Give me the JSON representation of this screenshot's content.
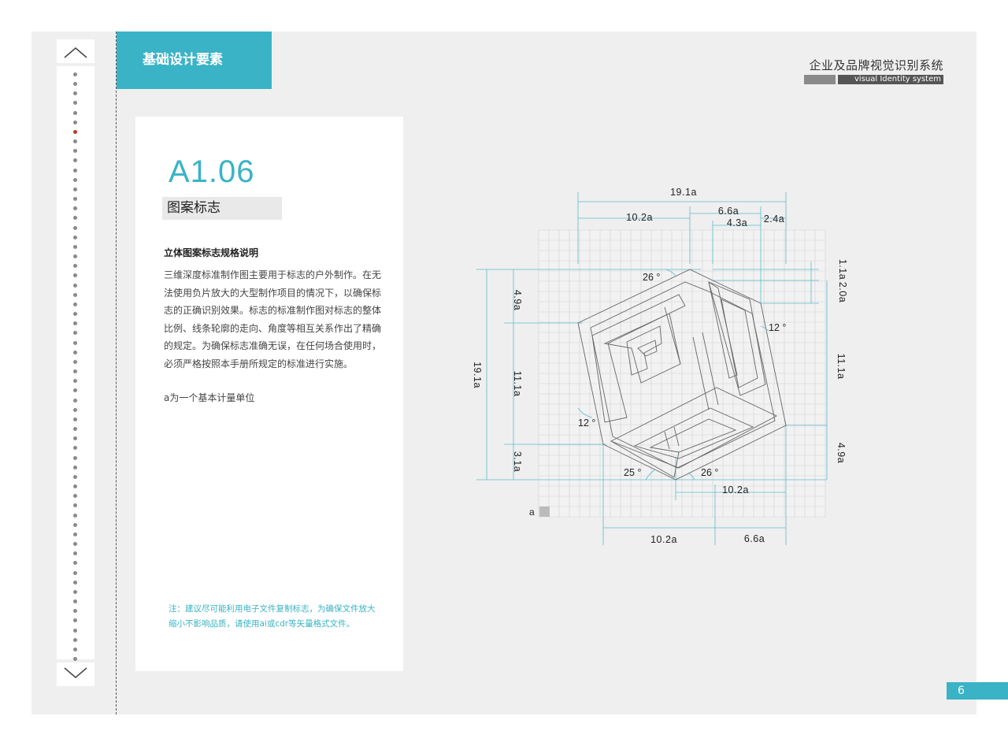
{
  "section": {
    "title": "基础设计要素"
  },
  "brand": {
    "title_cn": "企业及品牌视觉识别系统",
    "title_en": "visual Identity system"
  },
  "card": {
    "code": "A1.06",
    "subtitle": "图案标志",
    "desc_title": "立体图案标志规格说明",
    "desc_body": "三维深度标准制作图主要用于标志的户外制作。在无法使用负片放大的大型制作项目的情况下，以确保标志的正确识别效果。标志的标准制作图对标志的整体比例、线条轮廓的走向、角度等相互关系作出了精确的规定。为确保标志准确无误，在任何场合使用时，必须严格按照本手册所规定的标准进行实施。",
    "unit_note": "a为一个基本计量单位",
    "foot_note": "注：建议尽可能利用电子文件复制标志，为确保文件放大缩小不影响品质，请使用ai或cdr等矢量格式文件。"
  },
  "diagram": {
    "unit_label": "a",
    "dimensions": {
      "top_total": "19.1a",
      "top_left": "10.2a",
      "top_right": "6.6a",
      "top_inner": "4.3a",
      "top_corner": "2.4a",
      "left_total": "19.1a",
      "left_upper": "4.9a",
      "left_middle": "11.1a",
      "left_lower": "3.1a",
      "right_1": "1.1a",
      "right_2": "2.0a",
      "right_middle": "11.1a",
      "right_lower": "4.9a",
      "bottom_inner": "10.2a",
      "bottom_left": "10.2a",
      "bottom_right": "6.6a"
    },
    "angles": {
      "top": "26 °",
      "right": "12 °",
      "left": "12 °",
      "bottom_left": "25 °",
      "bottom_right": "26 °"
    }
  },
  "navigation": {
    "up_icon": "chevron-up-icon",
    "down_icon": "chevron-down-icon",
    "dot_count": 62,
    "active_index": 6
  },
  "page": {
    "number": "6"
  },
  "colors": {
    "accent": "#3ab3c6",
    "panel_bg": "#efefef",
    "active_dot": "#c0392b",
    "dot": "#8a8a8a"
  }
}
